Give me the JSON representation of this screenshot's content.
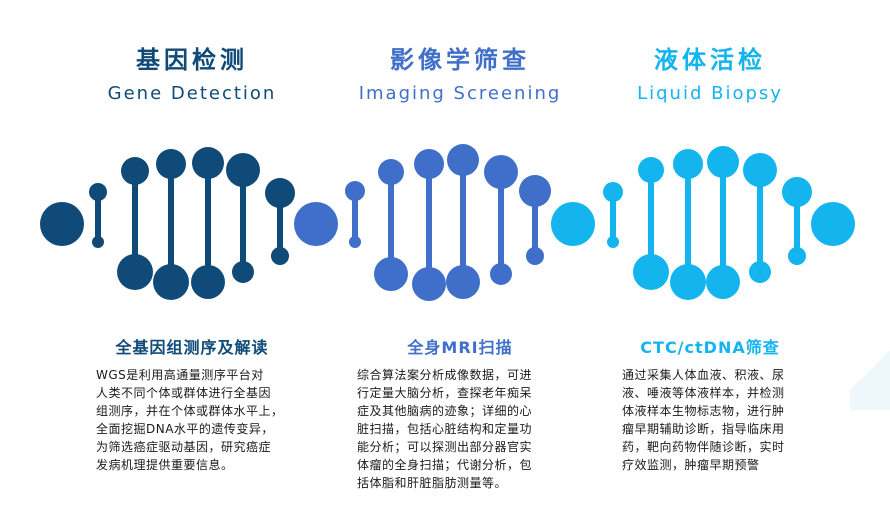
{
  "colors": {
    "blue_dark": "#0f4a78",
    "blue_mid": "#3f6fc9",
    "blue_light": "#14b4ef",
    "text": "#1a1a1a"
  },
  "sections": [
    {
      "title_cn": "基因检测",
      "title_en": "Gene Detection",
      "subtitle": "全基因组测序及解读",
      "desc": [
        "WGS是利用高通量测序平台对",
        "人类不同个体或群体进行全基因",
        "组测序，并在个体或群体水平上，",
        "全面挖掘DNA水平的遗传变异，",
        "为筛选癌症驱动基因，研究癌症",
        "发病机理提供重要信息。"
      ]
    },
    {
      "title_cn": "影像学筛查",
      "title_en": "Imaging Screening",
      "subtitle": "全身MRI扫描",
      "desc": [
        "综合算法案分析成像数据，可进",
        "行定量大脑分析，查探老年痴呆",
        "症及其他脑病的迹象；详细的心",
        "脏扫描，包括心脏结构和定量功",
        "能分析；可以探测出部分器官实",
        "体瘤的全身扫描；代谢分析，包",
        "括体脂和肝脏脂肪测量等。"
      ]
    },
    {
      "title_cn": "液体活检",
      "title_en": "Liquid Biopsy",
      "subtitle": "CTC/ctDNA筛查",
      "desc": [
        "通过采集人体血液、积液、尿",
        "液、唾液等体液样本，并检测",
        "体液样本生物标志物，进行肿",
        "瘤早期辅助诊断，指导临床用",
        "药，靶向药物伴随诊断，实时",
        "疗效监测，肿瘤早期预警"
      ]
    }
  ]
}
